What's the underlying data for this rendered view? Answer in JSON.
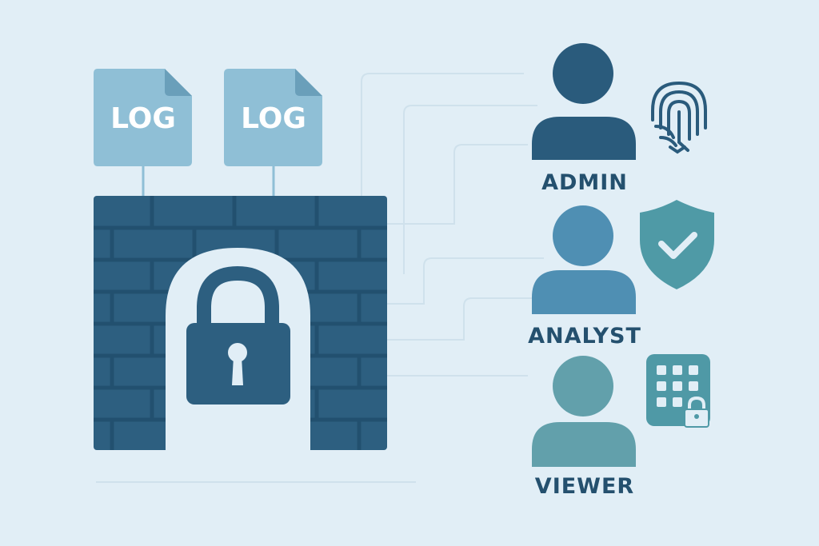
{
  "logs": [
    {
      "label": "LOG"
    },
    {
      "label": "LOG"
    }
  ],
  "roles": [
    {
      "label": "ADMIN",
      "icon": "fingerprint-icon",
      "color": "#2a5b7c"
    },
    {
      "label": "ANALYST",
      "icon": "shield-check-icon",
      "color": "#4f8fb3"
    },
    {
      "label": "VIEWER",
      "icon": "keypad-lock-icon",
      "color": "#62a0ab"
    }
  ],
  "colors": {
    "background": "#e1eef6",
    "wall": "#2d5f80",
    "mortar": "#22506f",
    "log": "#8fbfd6"
  }
}
